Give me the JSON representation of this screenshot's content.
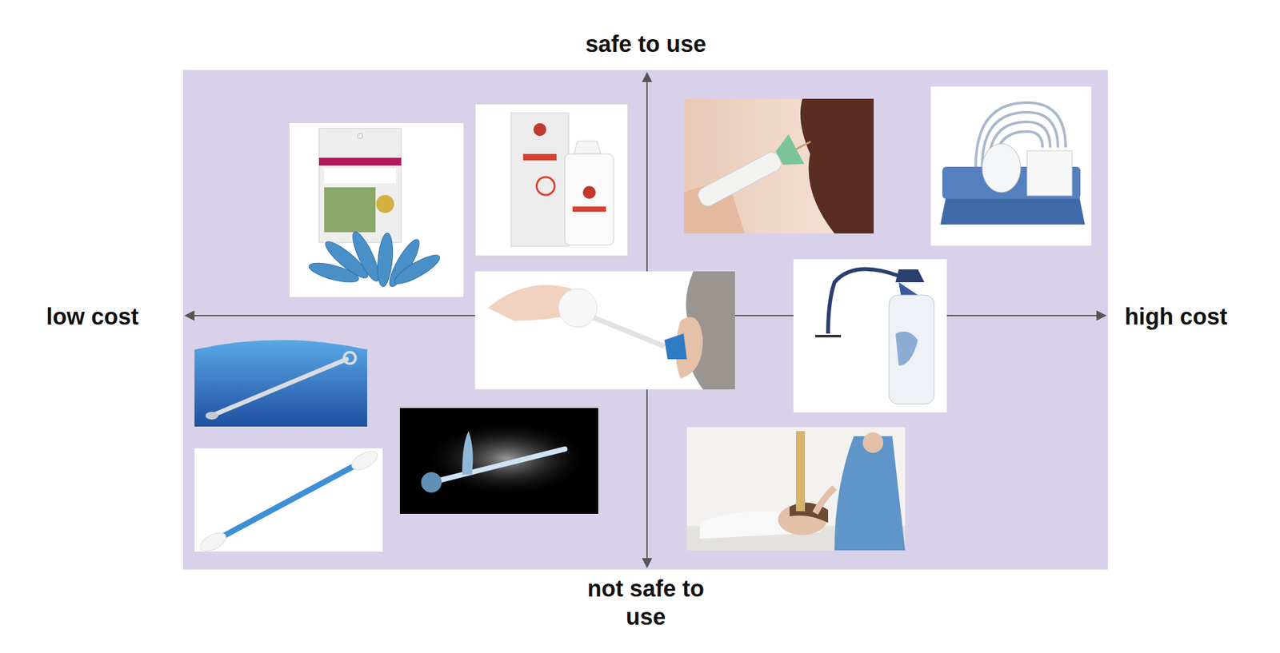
{
  "diagram": {
    "labels": [
      "safe to use",
      "low cost",
      "high cost",
      "not safe to use"
    ]
  }
}
